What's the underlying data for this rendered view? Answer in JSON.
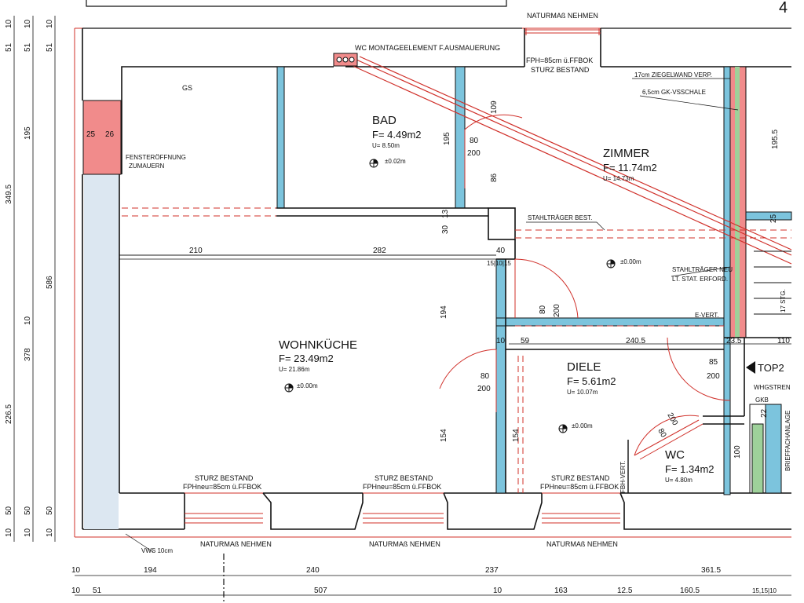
{
  "page": {
    "corner_number": "4"
  },
  "rooms": {
    "bad": {
      "name": "BAD",
      "area": "F=   4.49m2",
      "perimeter": "U=      8.50m",
      "level": "±0.02m"
    },
    "zimmer": {
      "name": "ZIMMER",
      "area": "F= 11.74m2",
      "perimeter": "U=      14.73m"
    },
    "wohnkueche": {
      "name": "WOHNKÜCHE",
      "area": "F= 23.49m2",
      "perimeter": "U=    21.86m",
      "level": "±0.00m"
    },
    "diele": {
      "name": "DIELE",
      "area": "F=   5.61m2",
      "perimeter": "U=    10.07m",
      "level": "±0.00m"
    },
    "wc": {
      "name": "WC",
      "area": "F=   1.34m2",
      "perimeter": "U=      4.80m"
    },
    "flur_level": "±0.00m",
    "top": "TOP2"
  },
  "annotations": {
    "wc_montage": "WC MONTAGEELEMENT F.AUSMAUERUNG",
    "naturmass_top": "NATURMAß NEHMEN",
    "fph_top": "FPH=85cm ü.FFBOK",
    "sturz_top": "STURZ BESTAND",
    "ziegelwand": "17cm ZIEGELWAND VERP.",
    "gk_vsschale": "6,5cm GK-VSSCHALE",
    "gs": "GS",
    "fenster_1": "FENSTERÖFFNUNG",
    "fenster_2": "ZUMAUERN",
    "stahltraeger_best": "STAHLTRÄGER BEST.",
    "stahltraeger_neu_1": "STAHLTRÄGER NEU",
    "stahltraeger_neu_2": "LT. STAT. ERFORD.",
    "e_vert": "E-VERT.",
    "fbh_vert": "FBH-VERT.",
    "whgstren": "WHGSTREN",
    "gkb": "GKB",
    "brief": "BRIEFFACHANLAGE",
    "sturz_bestand": "STURZ BESTAND",
    "fph_neu": "FPHneu=85cm ü.FFBOK",
    "naturmass": "NATURMAß NEHMEN",
    "vws": "VWS 10cm",
    "stg": "17 STG."
  },
  "dims": {
    "left_top": [
      "51",
      "10",
      "51",
      "10",
      "51",
      "10"
    ],
    "left_195": "195",
    "left_349": "349.5",
    "left_586": "586",
    "left_10": "10",
    "left_378": "378",
    "left_226": "226.5",
    "left_bottom": [
      "50",
      "50",
      "50",
      "10",
      "10",
      "10"
    ],
    "w25": "25",
    "w26": "26",
    "d210": "210",
    "d282": "282",
    "d109": "109",
    "d195b": "195",
    "d86": "86",
    "d80a": "80",
    "d200a": "200",
    "d13": "13",
    "d30": "30",
    "d40": "40",
    "d15_10_15": "15|10|15",
    "d194": "194",
    "d80b": "80",
    "d200b": "200",
    "d10": "10",
    "d59": "59",
    "d240_5": "240.5",
    "d23_5": "23.5",
    "d110": "110",
    "d80c": "80",
    "d200c": "200",
    "d154a": "154",
    "d154b": "154",
    "d85": "85",
    "d200d": "200",
    "d80d": "80",
    "d200e": "200",
    "d100": "100",
    "d22": "22",
    "d195_5": "195.5",
    "d25r": "25",
    "row1": [
      "10",
      "194",
      "240",
      "237",
      "361.5"
    ],
    "row2": [
      "10",
      "51",
      "507",
      "10",
      "163",
      "12.5",
      "160.5",
      "15,15|10"
    ]
  }
}
